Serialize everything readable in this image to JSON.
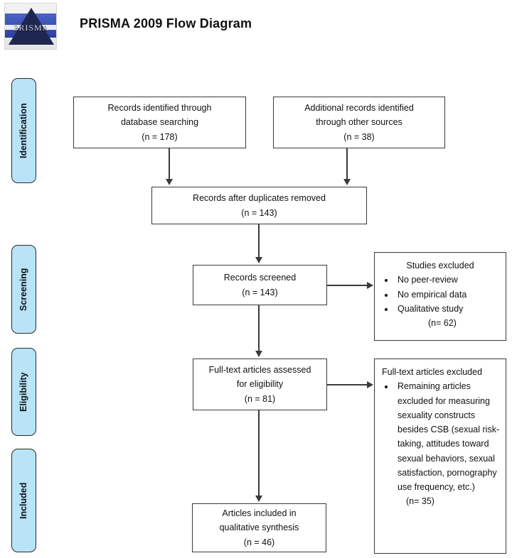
{
  "header": {
    "title": "PRISMA 2009 Flow Diagram",
    "logo_word": "PRISMA"
  },
  "stages": [
    {
      "id": "identification",
      "label": "Identification"
    },
    {
      "id": "screening",
      "label": "Screening"
    },
    {
      "id": "eligibility",
      "label": "Eligibility"
    },
    {
      "id": "included",
      "label": "Included"
    }
  ],
  "boxes": {
    "database_search": {
      "line1": "Records identified through",
      "line2": "database searching",
      "count": "(n =   178)"
    },
    "other_sources": {
      "line1": "Additional records identified",
      "line2": "through other sources",
      "count": "(n =   38)"
    },
    "duplicates_removed": {
      "line1": "Records after duplicates removed",
      "count": "(n =   143)"
    },
    "records_screened": {
      "line1": "Records screened",
      "count": "(n =   143)"
    },
    "fulltext_assessed": {
      "line1": "Full-text articles assessed",
      "line2": "for eligibility",
      "count": "(n =   81)"
    },
    "articles_included": {
      "line1": "Articles included in",
      "line2": "qualitative synthesis",
      "count": "(n =   46)"
    },
    "studies_excluded": {
      "heading": "Studies excluded",
      "reasons": [
        "No peer-review",
        "No empirical data",
        "Qualitative study"
      ],
      "count": "(n=   62)"
    },
    "fulltext_excluded": {
      "heading": "Full-text articles excluded",
      "reasons": [
        "Remaining articles excluded for measuring sexuality constructs besides CSB (sexual risk-taking, attitudes toward sexual behaviors, sexual satisfaction, pornography use frequency, etc.)"
      ],
      "count": "(n=   35)"
    }
  },
  "colors": {
    "stage_fill": "#b9e3f7",
    "stroke": "#3a3a3a",
    "background": "#ffffff"
  }
}
